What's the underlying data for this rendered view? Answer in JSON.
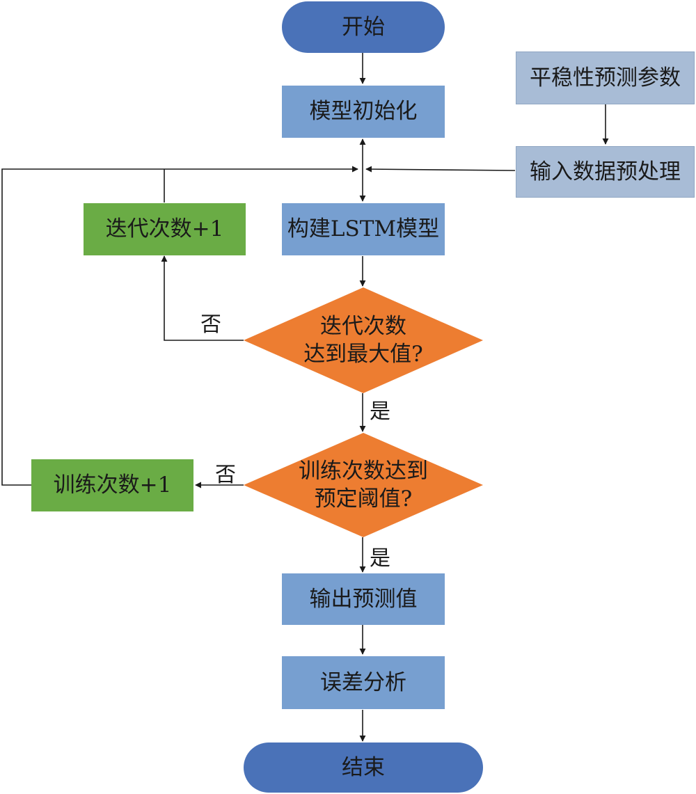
{
  "nodes": {
    "start": "开始",
    "init": "模型初始化",
    "stationarity": "平稳性预测参数",
    "preprocess": "输入数据预处理",
    "build": "构建LSTM模型",
    "iter_inc": "迭代次数+1",
    "iter_check": [
      "迭代次数",
      "达到最大值?"
    ],
    "train_check": [
      "训练次数达到",
      "预定阈值?"
    ],
    "train_inc": "训练次数+1",
    "output": "输出预测值",
    "error": "误差分析",
    "end": "结束"
  },
  "labels": {
    "iter_no": "否",
    "iter_yes": "是",
    "train_no": "否",
    "train_yes": "是"
  },
  "colors": {
    "terminal": "#4a72b8",
    "process": "#779fd0",
    "preprocess": "#a8bcd6",
    "increment": "#6aac45",
    "decision": "#ed7d31",
    "line": "#1a1a1a"
  }
}
